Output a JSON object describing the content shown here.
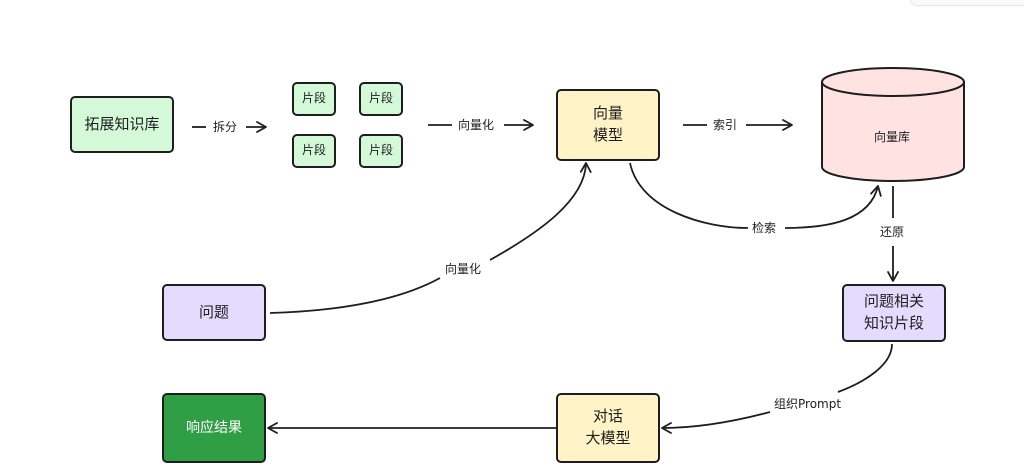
{
  "nodes": {
    "kb": "拓展知识库",
    "chunk1": "片段",
    "chunk2": "片段",
    "chunk3": "片段",
    "chunk4": "片段",
    "embed_model": "向量\n模型",
    "vector_db": "向量库",
    "question": "问题",
    "related": "问题相关\n知识片段",
    "llm": "对话\n大模型",
    "result": "响应结果"
  },
  "edges": {
    "split": "拆分",
    "vectorize1": "向量化",
    "index": "索引",
    "search": "检索",
    "restore": "还原",
    "vectorize2": "向量化",
    "prompt": "组织Prompt"
  },
  "colors": {
    "green_fill": "#d3f9d8",
    "yellow_fill": "#fff3c7",
    "purple_fill": "#e5dbff",
    "db_fill": "#ffe3e3",
    "result_fill": "#2f9e44",
    "stroke": "#1e1e1e"
  }
}
